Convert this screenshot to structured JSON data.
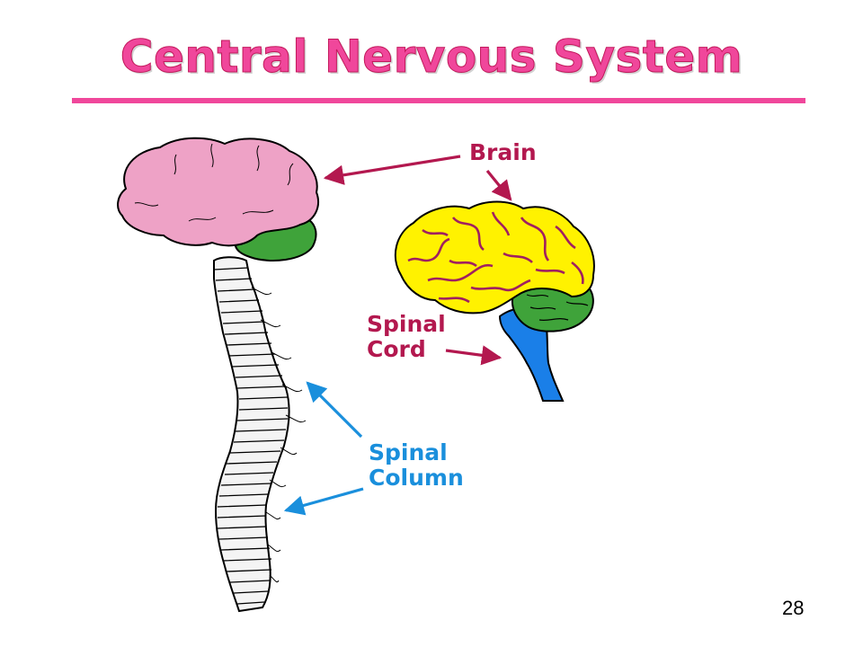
{
  "slide": {
    "title": "Central Nervous System",
    "page_number": "28"
  },
  "colors": {
    "title": "#f0479b",
    "title_rule": "#f0479b",
    "pink_label": "#b3184f",
    "blue_label": "#1a8fdc",
    "cerebrum_pink": "#eea2c6",
    "cerebellum_green": "#3fa33a",
    "brain_yellow": "#fff200",
    "brain_fold": "#a02060",
    "spinal_cord_blue": "#1a7fe8",
    "bone": "#f4f4f4"
  },
  "labels": {
    "brain": "Brain",
    "spinal_cord_line1": "Spinal",
    "spinal_cord_line2": "Cord",
    "spinal_column_line1": "Spinal",
    "spinal_column_line2": "Column"
  }
}
